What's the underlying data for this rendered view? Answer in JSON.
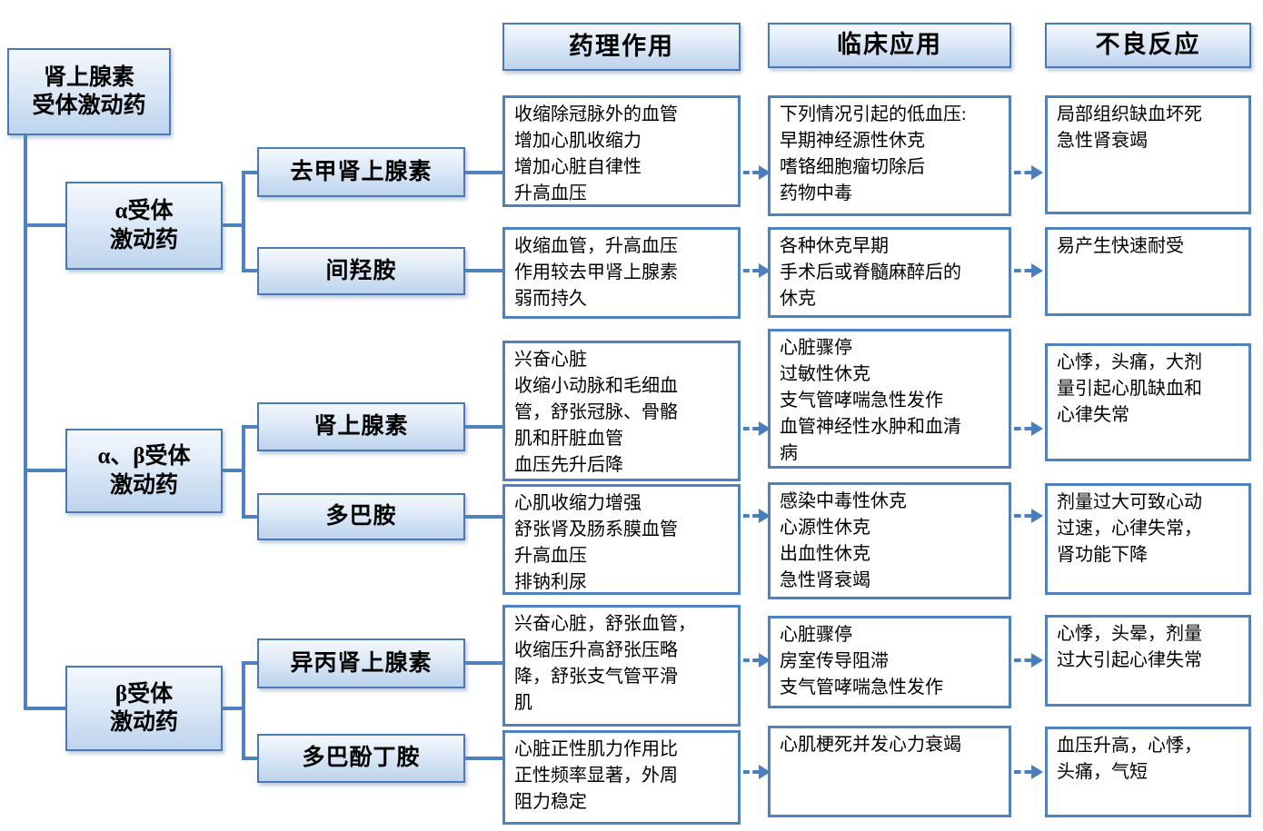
{
  "root": {
    "label": "肾上腺素\n受体激动药"
  },
  "headers": [
    {
      "label": "药理作用"
    },
    {
      "label": "临床应用"
    },
    {
      "label": "不良反应"
    }
  ],
  "categories": [
    {
      "label": "α受体\n激动药"
    },
    {
      "label": "α、β受体\n激动药"
    },
    {
      "label": "β受体\n激动药"
    }
  ],
  "rows": [
    {
      "drug": "去甲肾上腺素",
      "pharm": "收缩除冠脉外的血管\n增加心肌收缩力\n增加心脏自律性\n升高血压",
      "clinical": "下列情况引起的低血压:\n早期神经源性休克\n嗜铬细胞瘤切除后\n药物中毒",
      "adverse": "局部组织缺血坏死\n急性肾衰竭"
    },
    {
      "drug": "间羟胺",
      "pharm": "收缩血管，升高血压\n作用较去甲肾上腺素\n弱而持久",
      "clinical": "各种休克早期\n手术后或脊髓麻醉后的\n休克",
      "adverse": "易产生快速耐受"
    },
    {
      "drug": "肾上腺素",
      "pharm": "兴奋心脏\n收缩小动脉和毛细血\n管，舒张冠脉、骨骼\n肌和肝脏血管\n血压先升后降",
      "clinical": "心脏骤停\n过敏性休克\n支气管哮喘急性发作\n血管神经性水肿和血清\n病",
      "adverse": "心悸，头痛，大剂\n量引起心肌缺血和\n心律失常"
    },
    {
      "drug": "多巴胺",
      "pharm": "心肌收缩力增强\n舒张肾及肠系膜血管\n升高血压\n排钠利尿",
      "clinical": "感染中毒性休克\n心源性休克\n出血性休克\n急性肾衰竭",
      "adverse": "剂量过大可致心动\n过速，心律失常，\n肾功能下降"
    },
    {
      "drug": "异丙肾上腺素",
      "pharm": "兴奋心脏，舒张血管，\n收缩压升高舒张压略\n降，舒张支气管平滑\n肌",
      "clinical": "心脏骤停\n房室传导阻滞\n支气管哮喘急性发作",
      "adverse": "心悸，头晕，剂量\n过大引起心律失常"
    },
    {
      "drug": "多巴酚丁胺",
      "pharm": "心脏正性肌力作用比\n正性频率显著，外周\n阻力稳定",
      "clinical": "心肌梗死并发心力衰竭",
      "adverse": "血压升高，心悸，\n头痛，气短"
    }
  ],
  "colors": {
    "accent_border": "#4f81bd",
    "node_fill_top": "#f4f8fd",
    "node_fill_bottom": "#bdd3ee",
    "content_background": "#ffffff",
    "text": "#000000"
  }
}
